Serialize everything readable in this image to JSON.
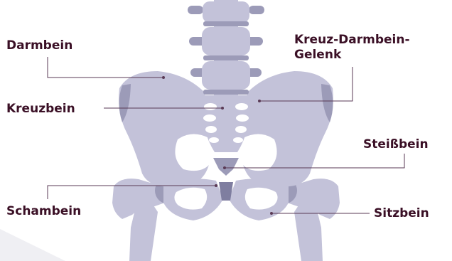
{
  "colors": {
    "bone": "#c3c2d9",
    "bone_shadow": "#9c9bb8",
    "bone_dark": "#7f7ea0",
    "hole": "#ffffff",
    "leader_line": "#5a3a55",
    "label_text": "#3a0f25",
    "corner_shape": "#efeff3"
  },
  "labels": {
    "darmbein": "Darmbein",
    "kreuz_darmbein_gelenk_line1": "Kreuz-Darmbein-",
    "kreuz_darmbein_gelenk_line2": "Gelenk",
    "kreuzbein": "Kreuzbein",
    "steissbein": "Steißbein",
    "schambein": "Schambein",
    "sitzbein": "Sitzbein"
  }
}
